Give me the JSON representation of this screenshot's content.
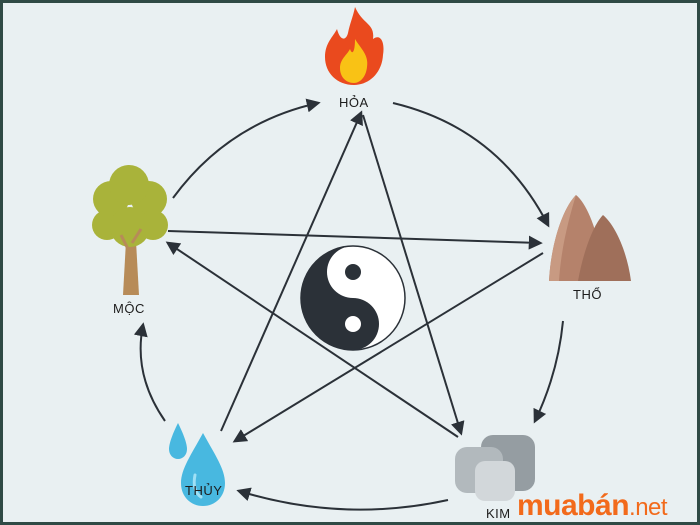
{
  "elements": {
    "hoa": "HỎA",
    "tho": "THỔ",
    "kim": "KIM",
    "thuy": "THỦY",
    "moc": "MỘC"
  },
  "watermark": {
    "brand": "muabán",
    "tld": ".net"
  },
  "colors": {
    "background": "#e9f0f2",
    "arrow": "#2b3138",
    "yin": "#2b3138",
    "fire_outer": "#ea4a1e",
    "fire_inner": "#f9c215",
    "earth": "#b5826b",
    "metal": "#aab2b6",
    "water": "#48b8e0",
    "wood_canopy": "#a9b33a",
    "wood_trunk": "#b78b58",
    "watermark": "#f26a1b"
  }
}
